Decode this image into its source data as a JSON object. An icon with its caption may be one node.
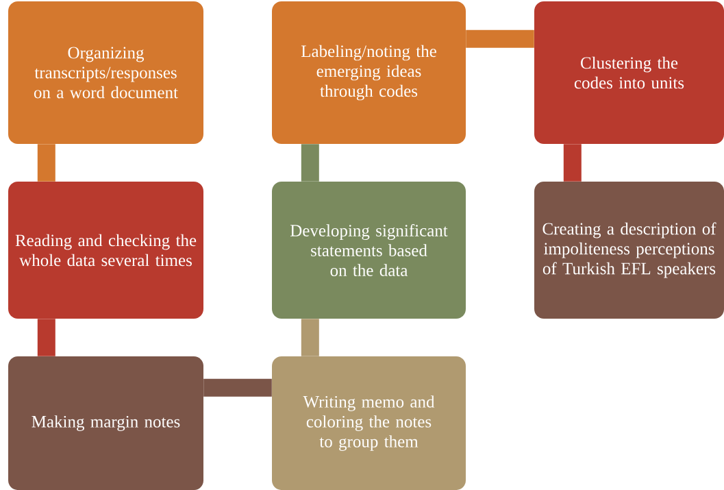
{
  "diagram": {
    "nodes": [
      {
        "text": [
          "Organizing transcripts/responses on a word document"
        ]
      },
      {
        "text": [
          "Reading and checking the whole data several times"
        ]
      },
      {
        "text": [
          "Making margin notes"
        ]
      },
      {
        "text": [
          "Writing memo and coloring the notes to group them"
        ]
      },
      {
        "text": [
          "Developing significant statements based on the data"
        ]
      },
      {
        "text": [
          "Labeling/noting the emerging ideas through codes"
        ]
      },
      {
        "text": [
          "Clustering the codes into units"
        ]
      },
      {
        "text": [
          "Creating a description of impoliteness perceptions of Turkish EFL speakers"
        ]
      }
    ],
    "edges": [
      {
        "from": 0,
        "to": 1,
        "arrow": "none",
        "color": "#d4782e"
      },
      {
        "from": 1,
        "to": 2,
        "arrow": "none",
        "color": "#b83a2e"
      },
      {
        "from": 2,
        "to": 3,
        "arrow": "none",
        "color": "#7b5548"
      },
      {
        "from": 3,
        "to": 4,
        "arrow": "none",
        "color": "#b09a70"
      },
      {
        "from": 4,
        "to": 5,
        "arrow": "none",
        "color": "#7a8a5e"
      },
      {
        "from": 5,
        "to": 6,
        "arrow": "none",
        "color": "#d4782e"
      },
      {
        "from": 6,
        "to": 7,
        "arrow": "none",
        "color": "#b83a2e"
      }
    ]
  }
}
